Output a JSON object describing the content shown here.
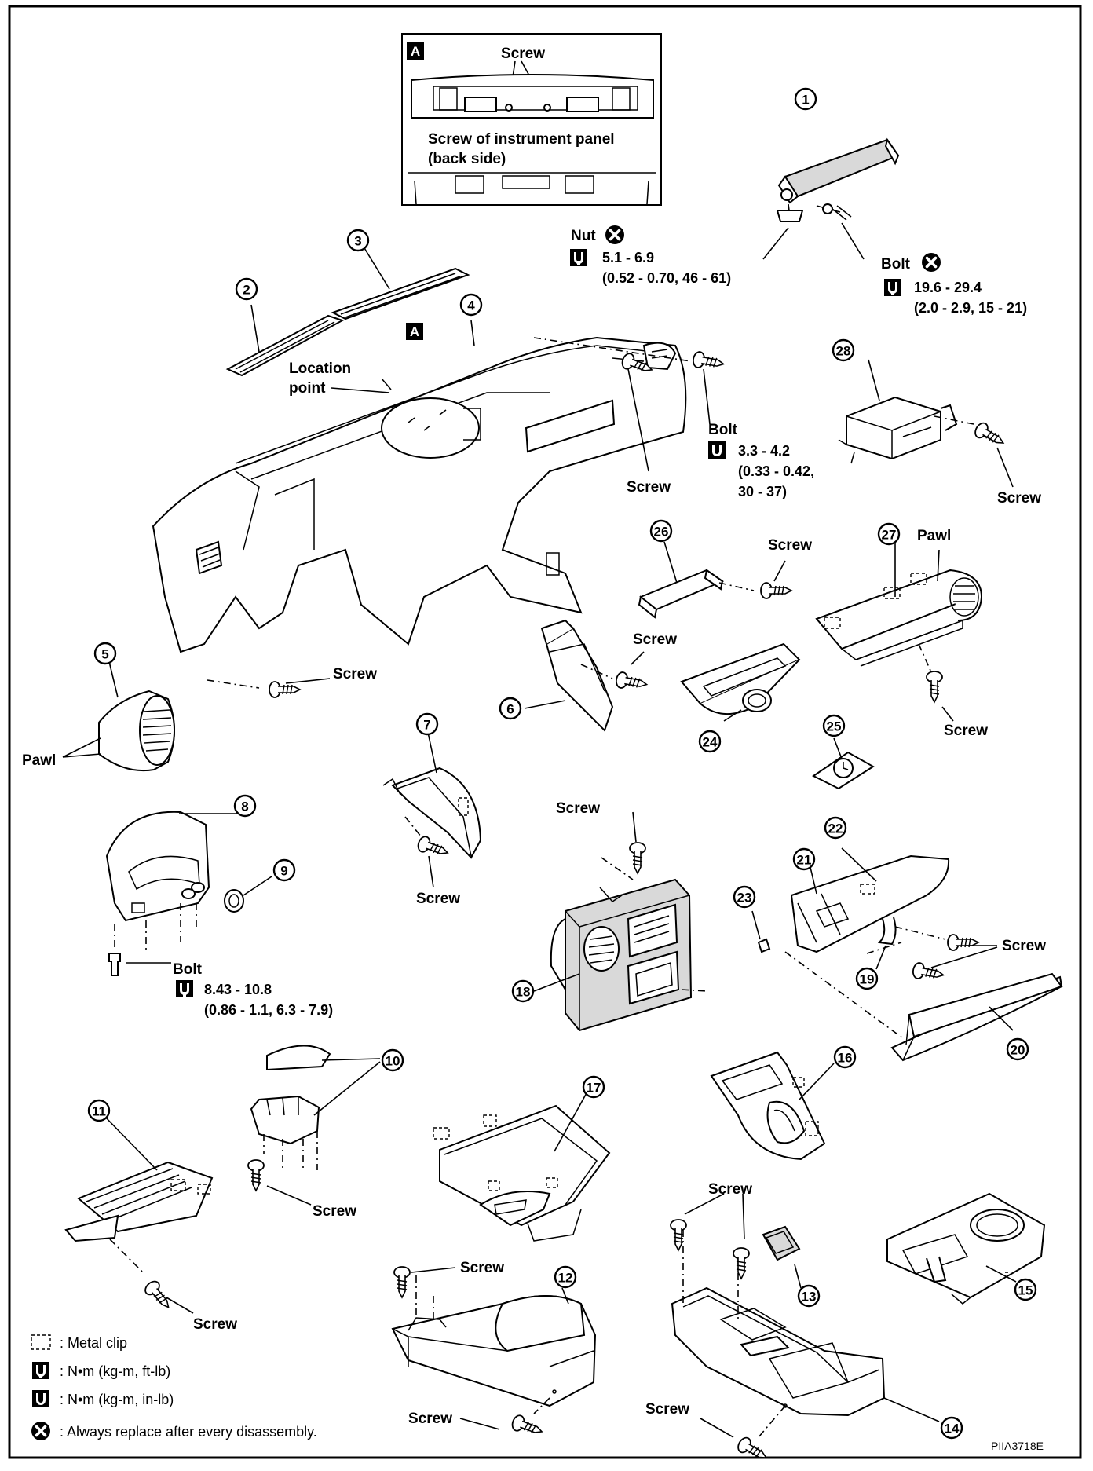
{
  "diagram": {
    "inset": {
      "tag": "A",
      "screw": "Screw",
      "caption_line1": "Screw of instrument panel",
      "caption_line2": "(back side)"
    },
    "panel_tag": "A",
    "parts": [
      {
        "n": "1"
      },
      {
        "n": "2"
      },
      {
        "n": "3"
      },
      {
        "n": "4"
      },
      {
        "n": "5"
      },
      {
        "n": "6"
      },
      {
        "n": "7"
      },
      {
        "n": "8"
      },
      {
        "n": "9"
      },
      {
        "n": "10"
      },
      {
        "n": "11"
      },
      {
        "n": "12"
      },
      {
        "n": "13"
      },
      {
        "n": "14"
      },
      {
        "n": "15"
      },
      {
        "n": "16"
      },
      {
        "n": "17"
      },
      {
        "n": "18"
      },
      {
        "n": "19"
      },
      {
        "n": "20"
      },
      {
        "n": "21"
      },
      {
        "n": "22"
      },
      {
        "n": "23"
      },
      {
        "n": "24"
      },
      {
        "n": "25"
      },
      {
        "n": "26"
      },
      {
        "n": "27"
      },
      {
        "n": "28"
      }
    ],
    "labels": {
      "nut": "Nut",
      "nut_torque": "5.1 - 6.9",
      "nut_torque_alt": "(0.52 - 0.70, 46 - 61)",
      "bolt1": "Bolt",
      "bolt1_torque": "19.6 - 29.4",
      "bolt1_torque_alt": "(2.0 - 2.9, 15 - 21)",
      "location_point_1": "Location",
      "location_point_2": "point",
      "bolt2": "Bolt",
      "bolt2_torque": "3.3 - 4.2",
      "bolt2_torque_alt1": "(0.33 - 0.42,",
      "bolt2_torque_alt2": "30 - 37)",
      "screw_panel": "Screw",
      "screw_28": "Screw",
      "screw_26": "Screw",
      "pawl_27": "Pawl",
      "screw_6": "Screw",
      "screw_27": "Screw",
      "screw_5": "Screw",
      "pawl_5": "Pawl",
      "screw_7": "Screw",
      "screw_18": "Screw",
      "screw_22": "Screw",
      "bolt3": "Bolt",
      "bolt3_torque": "8.43 - 10.8",
      "bolt3_torque_alt": "(0.86 - 1.1, 6.3 - 7.9)",
      "screw_10": "Screw",
      "screw_11": "Screw",
      "screw_12_top": "Screw",
      "screw_12_bottom": "Screw",
      "screw_14_top": "Screw",
      "screw_14_bottom": "Screw"
    },
    "legend": [
      {
        "symbol": "metal-clip",
        "text": ": Metal clip"
      },
      {
        "symbol": "torque-ft-lb",
        "text": ": N•m (kg-m, ft-lb)"
      },
      {
        "symbol": "torque-in-lb",
        "text": ": N•m (kg-m, in-lb)"
      },
      {
        "symbol": "replace",
        "text": ": Always replace after every disassembly."
      }
    ],
    "figure_code": "PIIA3718E"
  }
}
